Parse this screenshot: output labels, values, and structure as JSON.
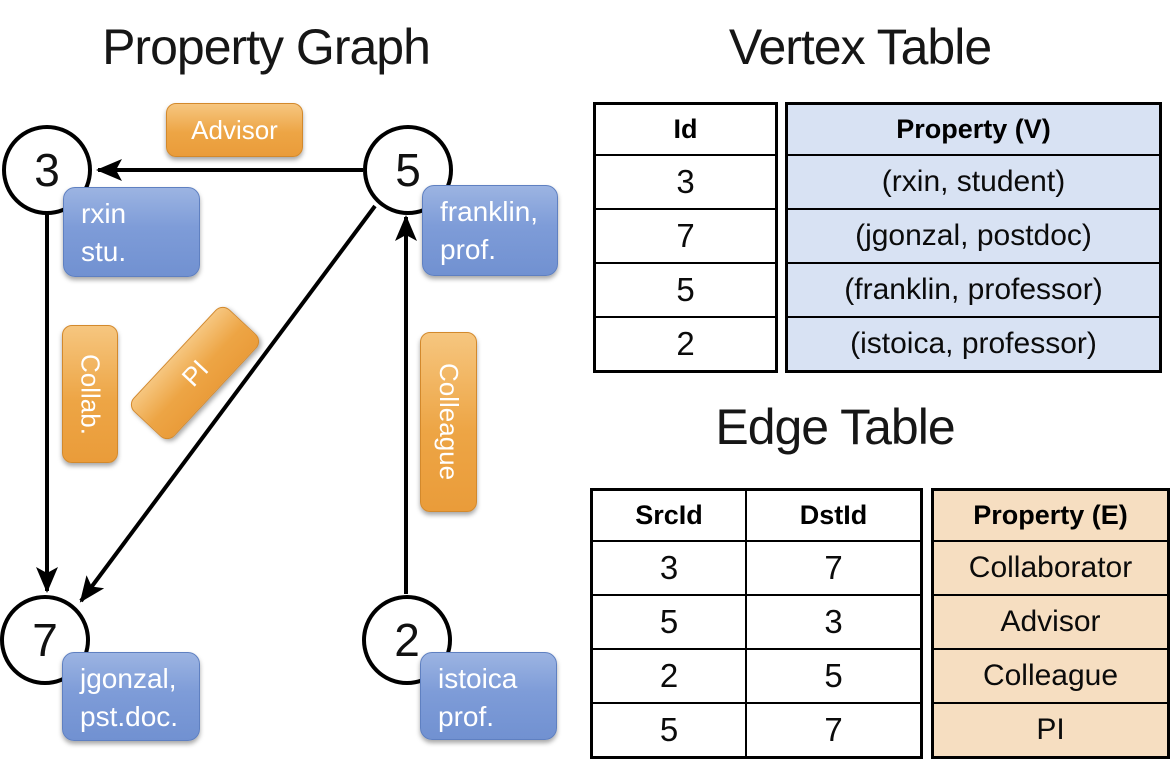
{
  "graph": {
    "title": "Property Graph",
    "nodes": [
      {
        "id": "3",
        "lines": [
          "rxin",
          "stu."
        ]
      },
      {
        "id": "5",
        "lines": [
          "franklin,",
          "prof."
        ]
      },
      {
        "id": "7",
        "lines": [
          "jgonzal,",
          "pst.doc."
        ]
      },
      {
        "id": "2",
        "lines": [
          "istoica",
          "prof."
        ]
      }
    ],
    "edges": [
      {
        "from": "5",
        "to": "3",
        "label": "Advisor"
      },
      {
        "from": "3",
        "to": "7",
        "label": "Collab."
      },
      {
        "from": "5",
        "to": "7",
        "label": "PI"
      },
      {
        "from": "2",
        "to": "5",
        "label": "Colleague"
      }
    ]
  },
  "vertex_table": {
    "title": "Vertex Table",
    "columns": [
      "Id",
      "Property (V)"
    ],
    "rows": [
      [
        "3",
        "(rxin, student)"
      ],
      [
        "7",
        "(jgonzal, postdoc)"
      ],
      [
        "5",
        "(franklin, professor)"
      ],
      [
        "2",
        "(istoica, professor)"
      ]
    ]
  },
  "edge_table": {
    "title": "Edge Table",
    "columns": [
      "SrcId",
      "DstId",
      "Property (E)"
    ],
    "rows": [
      [
        "3",
        "7",
        "Collaborator"
      ],
      [
        "5",
        "3",
        "Advisor"
      ],
      [
        "2",
        "5",
        "Colleague"
      ],
      [
        "5",
        "7",
        "PI"
      ]
    ]
  },
  "colors": {
    "edge_label_orange": "#eda545",
    "vertex_box_blue": "#7e9cd8",
    "vertex_table_fill": "#d8e2f3",
    "edge_table_fill": "#f6dec1",
    "line_black": "#000000"
  }
}
